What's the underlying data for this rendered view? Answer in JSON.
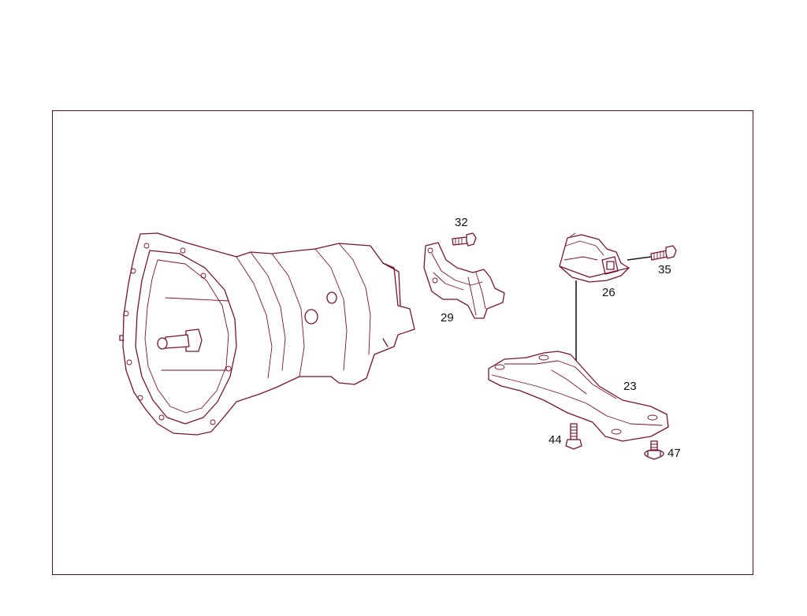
{
  "diagram": {
    "accent_color": "#7a1232",
    "frame_color": "#5a0f24",
    "parts": [
      {
        "id": "transmission",
        "icon": "transmission-housing"
      },
      {
        "id": "bracket",
        "callout": "29",
        "icon": "mounting-bracket"
      },
      {
        "id": "bolt-32",
        "callout": "32",
        "icon": "bolt"
      },
      {
        "id": "mount",
        "callout": "26",
        "icon": "rubber-mount"
      },
      {
        "id": "bolt-35",
        "callout": "35",
        "icon": "bolt"
      },
      {
        "id": "crossmember",
        "callout": "23",
        "icon": "crossmember"
      },
      {
        "id": "bolt-44",
        "callout": "44",
        "icon": "bolt"
      },
      {
        "id": "bolt-47",
        "callout": "47",
        "icon": "washer-bolt"
      }
    ]
  }
}
